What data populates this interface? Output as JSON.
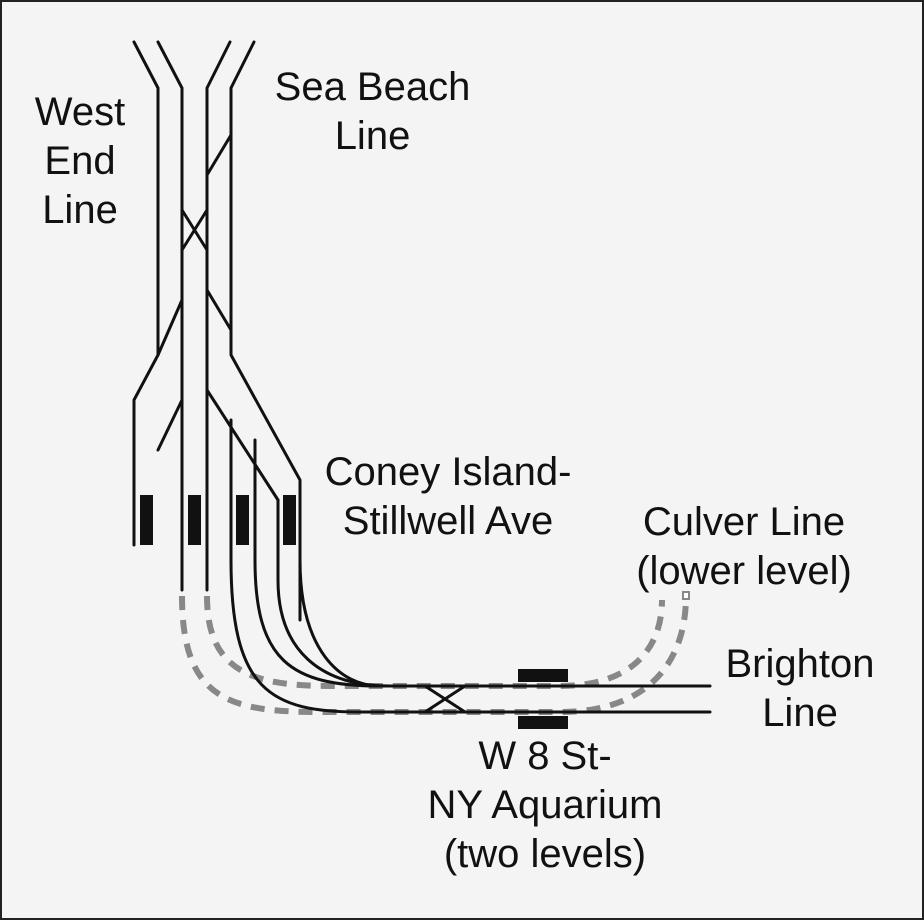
{
  "labels": {
    "west_end": "West\nEnd\nLine",
    "sea_beach": "Sea Beach\nLine",
    "coney_island": "Coney Island-\nStillwell Ave",
    "culver": "Culver Line\n(lower level)",
    "brighton": "Brighton\nLine",
    "w8st": "W 8 St-\nNY Aquarium\n(two levels)"
  },
  "colors": {
    "track": "#111111",
    "lower_level": "#888888",
    "background": "#f4f4f4"
  }
}
